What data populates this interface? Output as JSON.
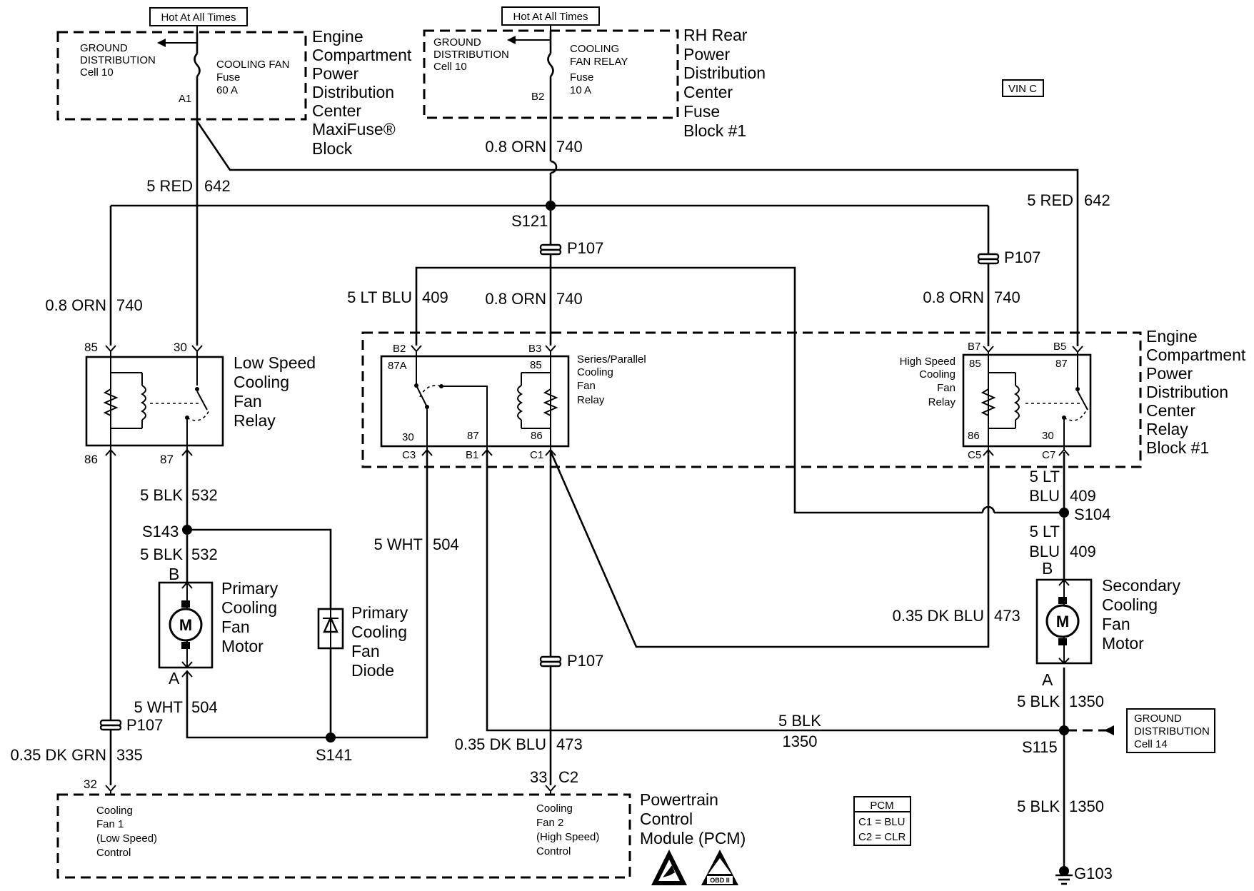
{
  "hot": {
    "left": "Hot At All Times",
    "right": "Hot At All Times"
  },
  "vin": "VIN C",
  "ecpdc_maxi": {
    "ground_dist": [
      "GROUND",
      "DISTRIBUTION",
      "Cell 10"
    ],
    "fuse": [
      "COOLING FAN",
      "Fuse",
      "60 A"
    ],
    "pin": "A1",
    "title": [
      "Engine",
      "Compartment",
      "Power",
      "Distribution",
      "Center",
      "MaxiFuse®",
      "Block"
    ]
  },
  "rh_rear": {
    "ground_dist": [
      "GROUND",
      "DISTRIBUTION",
      "Cell 10"
    ],
    "fuse": [
      "COOLING",
      "FAN RELAY",
      "Fuse",
      "10 A"
    ],
    "pin": "B2",
    "title": [
      "RH Rear",
      "Power",
      "Distribution",
      "Center",
      "Fuse",
      "Block #1"
    ]
  },
  "wires": {
    "red642_left": [
      "5 RED",
      "642"
    ],
    "red642_right": [
      "5 RED",
      "642"
    ],
    "orn740_top": [
      "0.8 ORN",
      "740"
    ],
    "orn740_left": [
      "0.8 ORN",
      "740"
    ],
    "orn740_mid": [
      "0.8 ORN",
      "740"
    ],
    "orn740_right": [
      "0.8 ORN",
      "740"
    ],
    "ltblu409_mid": [
      "5 LT BLU",
      "409"
    ],
    "ltblu409_r1": [
      "5 LT",
      "BLU",
      "409"
    ],
    "ltblu409_r2": [
      "5 LT",
      "BLU",
      "409"
    ],
    "blk532_a": [
      "5 BLK",
      "532"
    ],
    "blk532_b": [
      "5 BLK",
      "532"
    ],
    "wht504_mid": [
      "5 WHT",
      "504"
    ],
    "wht504_left": [
      "5 WHT",
      "504"
    ],
    "dkblu473_right": [
      "0.35 DK BLU",
      "473"
    ],
    "dkblu473_bottom": [
      "0.35 DK BLU",
      "473"
    ],
    "dkgrn335": [
      "0.35 DK GRN",
      "335"
    ],
    "blk1350_a": [
      "5 BLK",
      "1350"
    ],
    "blk1350_mid": [
      "5 BLK",
      "1350"
    ],
    "blk1350_b": [
      "5 BLK",
      "1350"
    ]
  },
  "splices": {
    "s121": "S121",
    "s143": "S143",
    "s141": "S141",
    "s104": "S104",
    "s115": "S115",
    "g103": "G103"
  },
  "connectors": {
    "p107": "P107"
  },
  "low_relay": {
    "pins": [
      "85",
      "30",
      "86",
      "87"
    ],
    "title": [
      "Low Speed",
      "Cooling",
      "Fan",
      "Relay"
    ]
  },
  "sp_relay": {
    "outer_pins": [
      "B2",
      "B3",
      "C3",
      "B1",
      "C1"
    ],
    "inner_pins": [
      "87A",
      "85",
      "30",
      "87",
      "86"
    ],
    "title": [
      "Series/Parallel",
      "Cooling",
      "Fan",
      "Relay"
    ]
  },
  "hs_relay": {
    "outer_pins": [
      "B7",
      "B5",
      "C5",
      "C7"
    ],
    "inner_pins": [
      "85",
      "87",
      "86",
      "30"
    ],
    "title": [
      "High Speed",
      "Cooling",
      "Fan",
      "Relay"
    ]
  },
  "ecpdc_relay_block": [
    "Engine",
    "Compartment",
    "Power",
    "Distribution",
    "Center",
    "Relay",
    "Block #1"
  ],
  "primary_motor": {
    "pins": [
      "B",
      "A"
    ],
    "title": [
      "Primary",
      "Cooling",
      "Fan",
      "Motor"
    ],
    "symbol": "M"
  },
  "secondary_motor": {
    "pins": [
      "B",
      "A"
    ],
    "title": [
      "Secondary",
      "Cooling",
      "Fan",
      "Motor"
    ],
    "symbol": "M"
  },
  "diode": {
    "title": [
      "Primary",
      "Cooling",
      "Fan",
      "Diode"
    ]
  },
  "ground_dist_right": [
    "GROUND",
    "DISTRIBUTION",
    "Cell 14"
  ],
  "pcm": {
    "pin_left": "32",
    "pin_right": [
      "33",
      "C2"
    ],
    "fan1": [
      "Cooling",
      "Fan 1",
      "(Low Speed)",
      "Control"
    ],
    "fan2": [
      "Cooling",
      "Fan 2",
      "(High Speed)",
      "Control"
    ],
    "title": [
      "Powertrain",
      "Control",
      "Module (PCM)"
    ],
    "legend": [
      "PCM",
      "C1 = BLU",
      "C2 = CLR"
    ],
    "obd": "OBD II"
  }
}
